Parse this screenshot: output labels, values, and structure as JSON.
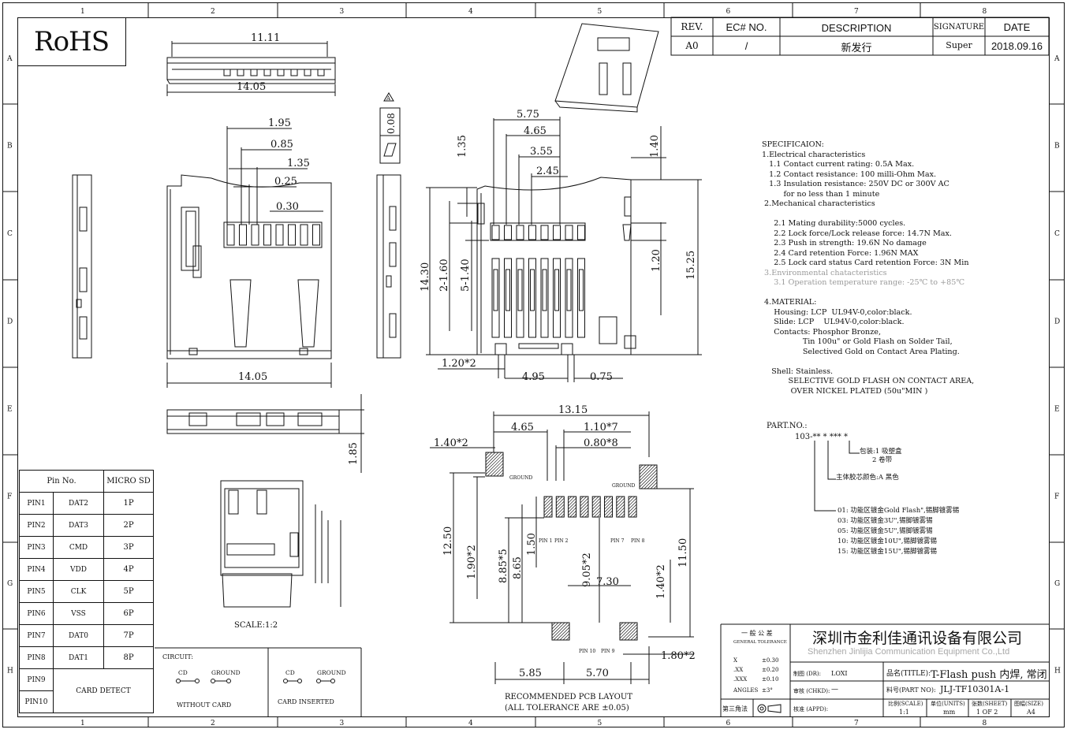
{
  "rohs": "RoHS",
  "grid": {
    "cols": [
      "1",
      "2",
      "3",
      "4",
      "5",
      "6",
      "7",
      "8"
    ],
    "rows": [
      "A",
      "B",
      "C",
      "D",
      "E",
      "F",
      "G",
      "H"
    ]
  },
  "revision": {
    "headers": {
      "rev": "REV.",
      "ec": "EC# NO.",
      "desc": "DESCRIPTION",
      "sig": "SIGNATURE",
      "date": "DATE"
    },
    "row": {
      "rev": "A0",
      "ec": "/",
      "desc": "新发行",
      "sig": "Super",
      "date": "2018.09.16"
    }
  },
  "dims": {
    "top_11_11": "11.11",
    "top_14_05": "14.05",
    "d1_95": "1.95",
    "d0_85": "0.85",
    "d1_35": "1.35",
    "d0_25": "0.25",
    "d0_30": "0.30",
    "mid_14_05": "14.05",
    "flat_0_08": "0.08",
    "d1_85": "1.85",
    "tri_mark": "A",
    "d5_75": "5.75",
    "d4_65": "4.65",
    "d3_55": "3.55",
    "d2_45": "2.45",
    "d1_35b": "1.35",
    "d1_40": "1.40",
    "d14_30": "14.30",
    "d2_1_60": "2-1.60",
    "d5_1_40": "5-1.40",
    "d1_20": "1.20",
    "d15_25": "15.25",
    "d1_20x2": "1.20*2",
    "d4_95": "4.95",
    "d0_75": "0.75"
  },
  "pcb": {
    "d13_15": "13.15",
    "d4_65": "4.65",
    "d1_10x7": "1.10*7",
    "d0_80x8": "0.80*8",
    "d1_40x2": "1.40*2",
    "d12_50": "12.50",
    "d1_90x2": "1.90*2",
    "d8_85x5": "8.85*5",
    "d8_65": "8.65",
    "d1_50": "1.50",
    "d9_05x2": "9.05*2",
    "d7_30": "7.30",
    "d1_40x2b": "1.40*2",
    "d11_50": "11.50",
    "d5_85": "5.85",
    "d5_70": "5.70",
    "d1_80x2": "1.80*2",
    "ground_l": "GROUND",
    "ground_r": "GROUND",
    "pin1": "PIN 1",
    "pin2": "PIN 2",
    "pin7": "PIN 7",
    "pin8": "PIN 8",
    "pin10": "PIN 10",
    "pin9": "PIN 9",
    "caption1": "RECOMMENDED PCB LAYOUT",
    "caption2": "(ALL TOLERANCE ARE  ±0.05)"
  },
  "scale_label": "SCALE:1:2",
  "spec_lines": [
    {
      "t": "SPECIFICAION:",
      "g": false
    },
    {
      "t": "1.Electrical characteristics",
      "g": false
    },
    {
      "t": "   1.1 Contact current rating: 0.5A Max.",
      "g": false
    },
    {
      "t": "   1.2 Contact resistance: 100 milli-Ohm Max.",
      "g": false
    },
    {
      "t": "   1.3 Insulation resistance: 250V DC or 300V AC",
      "g": false
    },
    {
      "t": "         for no less than 1 minute",
      "g": false
    },
    {
      "t": " 2.Mechanical characteristics",
      "g": false
    },
    {
      "t": "",
      "g": false
    },
    {
      "t": "     2.1 Mating durability:5000 cycles.",
      "g": false
    },
    {
      "t": "     2.2 Lock force/Lock release force: 14.7N Max.",
      "g": false
    },
    {
      "t": "     2.3 Push in strength: 19.6N No damage",
      "g": false
    },
    {
      "t": "     2.4 Card retention Force: 1.96N MAX",
      "g": false
    },
    {
      "t": "     2.5 Lock card status Card retention Force: 3N Min",
      "g": false
    },
    {
      "t": " 3.Environmental chatacteristics",
      "g": true
    },
    {
      "t": "     3.1 Operation temperature range: -25℃ to +85℃",
      "g": true
    },
    {
      "t": "",
      "g": false
    },
    {
      "t": " 4.MATERIAL:",
      "g": false
    },
    {
      "t": "     Housing: LCP  UL94V-0,color:black.",
      "g": false
    },
    {
      "t": "     Slide: LCP    UL94V-0,color:black.",
      "g": false
    },
    {
      "t": "     Contacts: Phosphor Bronze,",
      "g": false
    },
    {
      "t": "                 Tin 100u\" or Gold Flash on Solder Tail,",
      "g": false
    },
    {
      "t": "                 Selectived Gold on Contact Area Plating.",
      "g": false
    },
    {
      "t": "",
      "g": false
    },
    {
      "t": "    Shell: Stainless.",
      "g": false
    },
    {
      "t": "           SELECTIVE GOLD FLASH ON CONTACT AREA,",
      "g": false
    },
    {
      "t": "            OVER NICKEL PLATED (50u\"MIN )",
      "g": false
    }
  ],
  "partno": {
    "label": "PART.NO.:",
    "code": "103-** * *** *",
    "pack1": "包装:1 吸塑盒",
    "pack2": "2 卷带",
    "color": "主体胶芯颜色:A 黑色",
    "opts": [
      "01: 功能区镀金Gold Flash\",锡脚镀雾锡",
      "03: 功能区镀金3U\",锡脚镀雾锡",
      "05: 功能区镀金5U\",锡脚镀雾锡",
      "10: 功能区镀金10U\",锡脚镀雾锡",
      "15: 功能区镀金15U\",锡脚镀雾锡"
    ]
  },
  "pin_table": {
    "h1": "Pin No.",
    "h2": "MICRO SD",
    "rows": [
      [
        "PIN1",
        "DAT2",
        "1P"
      ],
      [
        "PIN2",
        "DAT3",
        "2P"
      ],
      [
        "PIN3",
        "CMD",
        "3P"
      ],
      [
        "PIN4",
        "VDD",
        "4P"
      ],
      [
        "PIN5",
        "CLK",
        "5P"
      ],
      [
        "PIN6",
        "VSS",
        "6P"
      ],
      [
        "PIN7",
        "DAT0",
        "7P"
      ],
      [
        "PIN8",
        "DAT1",
        "8P"
      ]
    ],
    "pin9": "PIN9",
    "pin10": "PIN10",
    "card_detect": "CARD DETECT"
  },
  "circuit": {
    "label": "CIRCUIT:",
    "cd1": "CD",
    "gnd1": "GROUND",
    "cd2": "CD",
    "gnd2": "GROUND",
    "without": "WITHOUT CARD",
    "inserted": "CARD INSERTED"
  },
  "title_block": {
    "tol_title": "一 般 公 差",
    "tol_sub": "GENERAL TOLERANCE",
    "tol": [
      [
        "X",
        "±0.30"
      ],
      [
        ".XX",
        "±0.20"
      ],
      [
        ".XXX",
        "±0.10"
      ],
      [
        "ANGLES",
        "±3°"
      ]
    ],
    "company_cn": "深圳市金利佳通讯设备有限公司",
    "company_en": "Shenzhen Jinlijia Communication Equipment Co.,Ltd",
    "dr_label": "制图 (DR):",
    "dr": "LOXI",
    "chkd_label": "审核 (CHKD):",
    "chkd": "—",
    "appd_label": "核准 (APPD):",
    "third_angle": "第三角法",
    "title_label": "品名(TITLE):",
    "title": "T-Flash push 内焊, 常闭",
    "part_label": "料号(PART NO):",
    "part": "JLJ-TF10301A-1",
    "scale_h": "比例(SCALE)",
    "scale": "1:1",
    "units_h": "单位(UNITS)",
    "units": "mm",
    "sheet_h": "张数(SHEET)",
    "sheet": "1 OF 2",
    "size_h": "图幅(SIZE)",
    "size": "A4"
  }
}
